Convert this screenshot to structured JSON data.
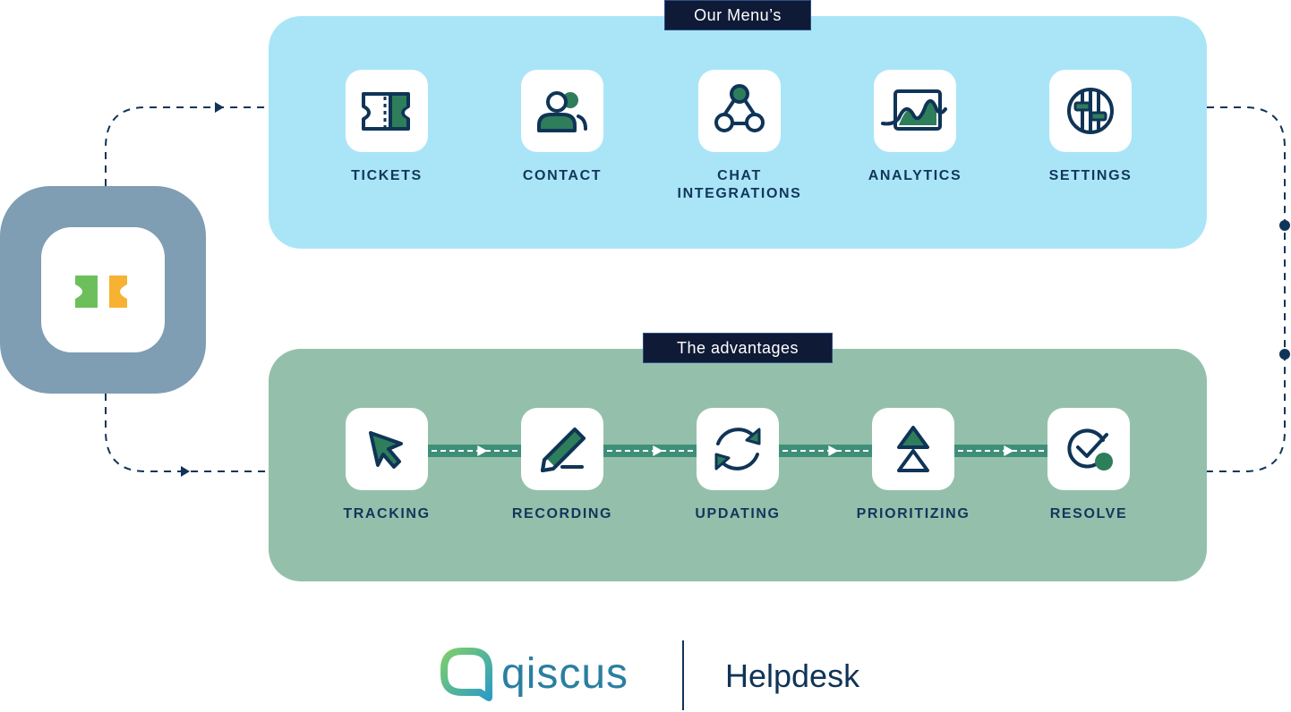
{
  "menu_section": {
    "title": "Our Menu’s",
    "items": [
      {
        "label": "TICKETS",
        "icon": "ticket-icon"
      },
      {
        "label": "CONTACT",
        "icon": "contact-icon"
      },
      {
        "label": "CHAT\nINTEGRATIONS",
        "icon": "chat-integrations-icon"
      },
      {
        "label": "ANALYTICS",
        "icon": "analytics-icon"
      },
      {
        "label": "SETTINGS",
        "icon": "settings-icon"
      }
    ]
  },
  "advantages_section": {
    "title": "The advantages",
    "items": [
      {
        "label": "TRACKING",
        "icon": "cursor-icon"
      },
      {
        "label": "RECORDING",
        "icon": "pencil-icon"
      },
      {
        "label": "UPDATING",
        "icon": "refresh-icon"
      },
      {
        "label": "PRIORITIZING",
        "icon": "priority-icon"
      },
      {
        "label": "RESOLVE",
        "icon": "check-icon"
      }
    ]
  },
  "footer": {
    "brand": "qiscus",
    "product": "Helpdesk"
  },
  "colors": {
    "menu_panel": "#aae5f7",
    "advantages_panel": "#94c0ab",
    "hub": "#7f9db3",
    "navy": "#0f3457",
    "green": "#2e7d5b",
    "tag": "#0f1a36"
  }
}
